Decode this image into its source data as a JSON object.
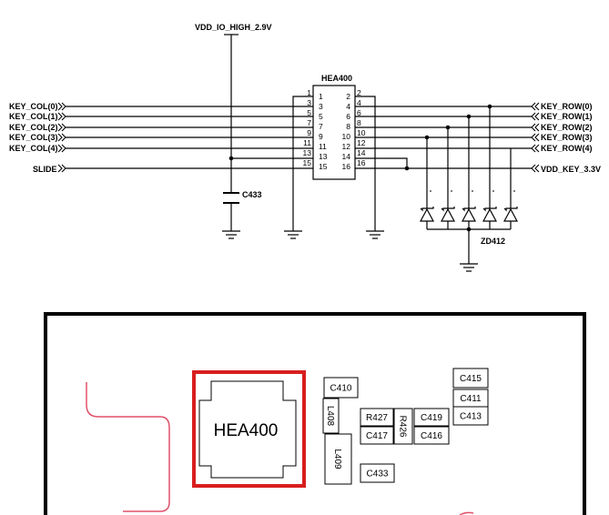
{
  "schematic": {
    "power_label": "VDD_IO_HIGH_2.9V",
    "ic_name": "HEA400",
    "left_ports": [
      "KEY_COL(0)",
      "KEY_COL(1)",
      "KEY_COL(2)",
      "KEY_COL(3)",
      "KEY_COL(4)"
    ],
    "slide_port": "SLIDE",
    "right_ports": [
      "KEY_ROW(0)",
      "KEY_ROW(1)",
      "KEY_ROW(2)",
      "KEY_ROW(3)",
      "KEY_ROW(4)"
    ],
    "vdd_key_port": "VDD_KEY_3.3V",
    "cap_label": "C433",
    "diode_label": "ZD412",
    "pins_outer_left": [
      "1",
      "3",
      "5",
      "7",
      "9",
      "11",
      "13",
      "15"
    ],
    "pins_inner_left": [
      "1",
      "3",
      "5",
      "7",
      "9",
      "11",
      "13",
      "15"
    ],
    "pins_inner_right": [
      "2",
      "4",
      "6",
      "8",
      "10",
      "12",
      "14",
      "16"
    ],
    "pins_outer_right": [
      "2",
      "4",
      "6",
      "8",
      "10",
      "12",
      "14",
      "16"
    ]
  },
  "layout": {
    "connector_label": "HEA400",
    "components": [
      "C410",
      "L408",
      "L409",
      "R427",
      "C417",
      "R426",
      "C419",
      "C416",
      "C433",
      "C415",
      "C411",
      "C413"
    ]
  },
  "colors": {
    "line": "#000000",
    "highlight": "#d81e1e",
    "trace": "#e0506a"
  }
}
